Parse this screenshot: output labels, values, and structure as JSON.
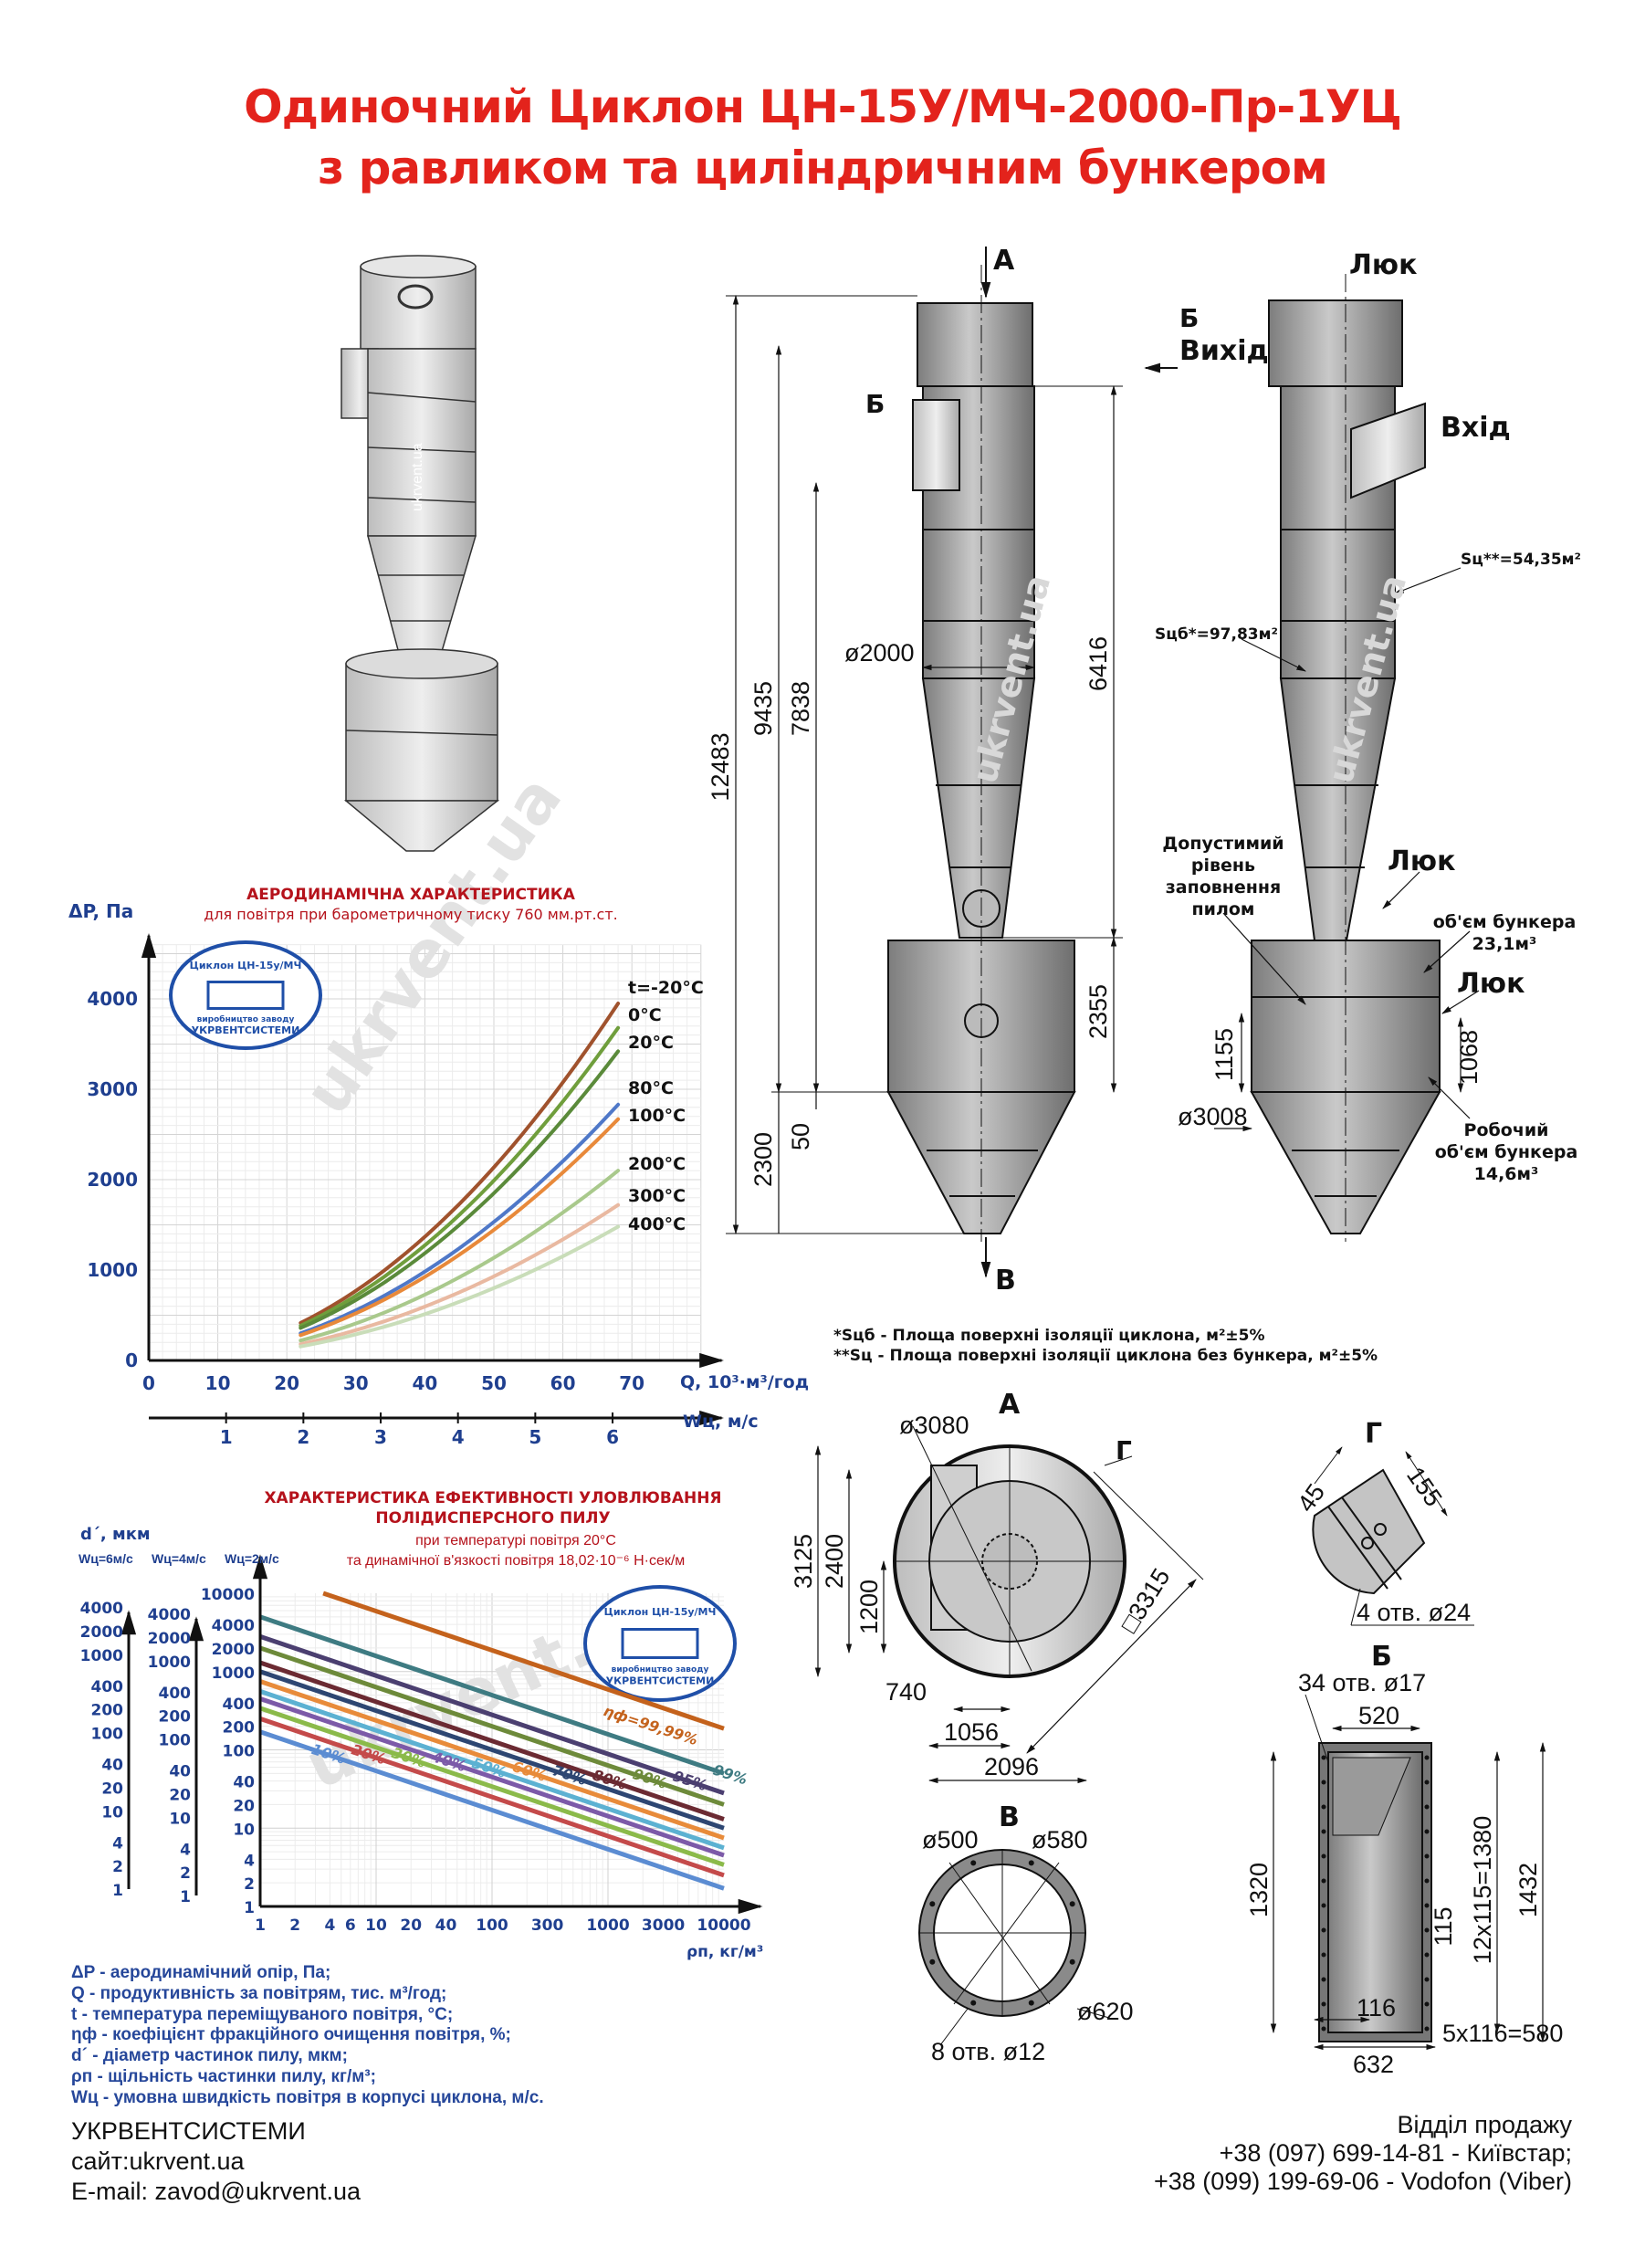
{
  "header": {
    "title_line1": "Одиночний Циклон  ЦН-15У/МЧ-2000-Пр-1УЦ",
    "title_line2": "з равликом та циліндричним бункером"
  },
  "front_view": {
    "label_top": "А",
    "label_bottom": "В",
    "label_inlet": "Б",
    "dims": {
      "total": "12483",
      "d1": "9435",
      "d2": "7838",
      "d3": "6416",
      "d4": "2355",
      "d5": "2300",
      "d6": "50",
      "diameter": "ø2000"
    },
    "watermark": "ukrvent.ua"
  },
  "side_view": {
    "hatch_top": "Люк",
    "outlet_letter": "Б",
    "outlet": "Вихід",
    "inlet": "Вхід",
    "s_c": "Sц**=54,35м²",
    "s_cb": "Sцб*=97,83м²",
    "fill_level": [
      "Допустимий",
      "рівень",
      "заповнення",
      "пилом"
    ],
    "hatch_mid": "Люк",
    "bunker_volume": [
      "об'єм бункера",
      "23,1м³"
    ],
    "hatch_low": "Люк",
    "dim_1155": "1155",
    "dim_1068": "1068",
    "dim_3008": "ø3008",
    "working_volume": [
      "Робочий",
      "об'єм бункера",
      "14,6м³"
    ],
    "watermark": "ukrvent.ua"
  },
  "notes": {
    "line1": "*Sцб - Площа поверхні ізоляції  циклона, м²±5%",
    "line2": "**Sц - Площа поверхні ізоляції  циклона без бункера, м²±5%"
  },
  "view_a": {
    "label": "А",
    "d3080": "ø3080",
    "g": "Г",
    "d3125": "3125",
    "d2400": "2400",
    "d1200": "1200",
    "d740": "740",
    "d1056": "1056",
    "d2096": "2096",
    "sq3315": "□3315"
  },
  "view_g": {
    "label": "Г",
    "d45": "45",
    "d155": "155",
    "holes": "4 отв. ø24"
  },
  "view_b": {
    "label": "Б",
    "holes": "34 отв. ø17",
    "d520": "520",
    "d1320": "1320",
    "d1380": "12x115=1380",
    "d1432": "1432",
    "d115": "115",
    "d116": "116",
    "d580": "5x116=580",
    "d632": "632"
  },
  "view_v": {
    "label": "В",
    "d500": "ø500",
    "d580": "ø580",
    "d620": "ø620",
    "holes": "8 отв. ø12"
  },
  "logo": {
    "top": "Циклон ЦН-15у/МЧ",
    "bottom": "виробництво заводу",
    "brand": "УКРВЕНТСИСТЕМИ"
  },
  "chart_data": [
    {
      "type": "line",
      "title": "АЕРОДИНАМІЧНА ХАРАКТЕРИСТИКА",
      "subtitle": "для повітря при барометричному тиску 760 мм.рт.ст.",
      "ylabel": "ΔP, Па",
      "xlabel": "Q, 10³·м³/год",
      "x2label": "Wц, м/с",
      "xlim": [
        0,
        80
      ],
      "ylim": [
        0,
        4600
      ],
      "xticks": [
        0,
        10,
        20,
        30,
        40,
        50,
        60,
        70
      ],
      "yticks": [
        0,
        1000,
        2000,
        3000,
        4000
      ],
      "x2ticks": [
        1,
        2,
        3,
        4,
        5,
        6
      ],
      "grid": true,
      "watermark": "ukrvent.ua",
      "series": [
        {
          "name": "t=-20°C",
          "color": "#a0522d",
          "x": [
            22,
            68
          ],
          "y": [
            415,
            3950
          ]
        },
        {
          "name": "0°C",
          "color": "#6f9e3c",
          "x": [
            22,
            68
          ],
          "y": [
            385,
            3680
          ]
        },
        {
          "name": "20°C",
          "color": "#5a8a3a",
          "x": [
            22,
            68
          ],
          "y": [
            360,
            3420
          ]
        },
        {
          "name": "80°C",
          "color": "#4f78c8",
          "x": [
            22,
            68
          ],
          "y": [
            300,
            2830
          ]
        },
        {
          "name": "100°C",
          "color": "#e8893a",
          "x": [
            22,
            68
          ],
          "y": [
            280,
            2670
          ]
        },
        {
          "name": "200°C",
          "color": "#a9c98c",
          "x": [
            22,
            68
          ],
          "y": [
            220,
            2100
          ]
        },
        {
          "name": "300°C",
          "color": "#e9b9a1",
          "x": [
            22,
            68
          ],
          "y": [
            180,
            1720
          ]
        },
        {
          "name": "400°C",
          "color": "#c9ddb9",
          "x": [
            22,
            68
          ],
          "y": [
            155,
            1480
          ]
        }
      ]
    },
    {
      "type": "line",
      "title": [
        "ХАРАКТЕРИСТИКА ЕФЕКТИВНОСТІ УЛОВЛЮВАННЯ",
        "ПОЛІДИСПЕРСНОГО ПИЛУ"
      ],
      "subtitle": [
        "при температурі повітря 20°C",
        "та динамічної в'язкості повітря  18,02·10⁻⁶ Н·сек/м"
      ],
      "ylabel": "d´, мкм",
      "axes_labels": [
        "Wц=6м/с",
        "Wц=4м/с",
        "Wц=2м/с"
      ],
      "xlabel": "ρп, кг/м³",
      "xscale": "log",
      "yscale": "log",
      "xlim": [
        1,
        10000
      ],
      "ylim": [
        1,
        10000
      ],
      "xticks": [
        1,
        2,
        4,
        6,
        10,
        20,
        40,
        100,
        300,
        1000,
        3000,
        10000
      ],
      "yticks_w2": [
        1,
        2,
        4,
        10,
        20,
        40,
        100,
        200,
        400,
        1000,
        2000,
        4000,
        10000
      ],
      "yticks_w4": [
        1,
        2,
        4,
        10,
        20,
        40,
        100,
        200,
        400,
        1000,
        2000,
        4000
      ],
      "yticks_w6": [
        1,
        2,
        4,
        10,
        20,
        40,
        100,
        200,
        400,
        1000,
        2000,
        4000
      ],
      "watermark": "ukrvent.ua",
      "series": [
        {
          "name": "ηф=99,99%",
          "color": "#c4621c",
          "x": [
            3.5,
            10000
          ],
          "y": [
            10000,
            187
          ],
          "label_at": 3500
        },
        {
          "name": "99%",
          "color": "#3e7b82",
          "x": [
            1,
            10000
          ],
          "y": [
            5000,
            50
          ],
          "label_at": 3500
        },
        {
          "name": "95%",
          "color": "#4b3f70",
          "x": [
            1,
            10000
          ],
          "y": [
            2800,
            28
          ],
          "label_at": 2300
        },
        {
          "name": "90%",
          "color": "#6d8a3a",
          "x": [
            1,
            10000
          ],
          "y": [
            2000,
            20
          ],
          "label_at": 1170
        },
        {
          "name": "80%",
          "color": "#6b2a32",
          "x": [
            1,
            10000
          ],
          "y": [
            1300,
            13
          ],
          "label_at": 800
        },
        {
          "name": "70%",
          "color": "#2d4672",
          "x": [
            1,
            10000
          ],
          "y": [
            1000,
            10
          ],
          "label_at": 460
        },
        {
          "name": "60%",
          "color": "#e88b3a",
          "x": [
            1,
            10000
          ],
          "y": [
            750,
            7.5
          ],
          "label_at": 240
        },
        {
          "name": "50%",
          "color": "#5cb1d2",
          "x": [
            1,
            10000
          ],
          "y": [
            560,
            5.6
          ],
          "label_at": 117
        },
        {
          "name": "40%",
          "color": "#7c5aa8",
          "x": [
            1,
            10000
          ],
          "y": [
            450,
            4.5
          ],
          "label_at": 54
        },
        {
          "name": "30%",
          "color": "#8bba4a",
          "x": [
            1,
            10000
          ],
          "y": [
            340,
            3.4
          ],
          "label_at": 23
        },
        {
          "name": "20%",
          "color": "#c44a4a",
          "x": [
            1,
            10000
          ],
          "y": [
            250,
            2.5
          ],
          "label_at": 11
        },
        {
          "name": "10%",
          "color": "#5b8cd2",
          "x": [
            1,
            10000
          ],
          "y": [
            170,
            1.7
          ],
          "label_at": 2.6
        }
      ]
    }
  ],
  "legend": [
    "ΔP - аеродинамічний опір, Па;",
    "Q - продуктивність за повітрям, тис. м³/год;",
    "t - температура переміщуваного повітря, °С;",
    "ηф - коефіцієнт фракційного очищення повітря, %;",
    "d´ - діаметр частинок пилу, мкм;",
    "ρп - щільність частинки пилу, кг/м³;",
    "Wц - умовна швидкість повітря в корпусі циклона, м/с."
  ],
  "footer": {
    "company": "УКРВЕНТСИСТЕМИ",
    "site": "сайт:ukrvent.ua",
    "email": "E-mail: zavod@ukrvent.ua",
    "sales": "Відділ продажу",
    "phone1": "+38 (097) 699-14-81 - Київстар;",
    "phone2": "+38 (099) 199-69-06 - Vodofon (Viber)"
  },
  "colors": {
    "title": "#e3231c",
    "chart_text": "#1f3f8f",
    "chart_title": "#b5121b",
    "metal": "#9a9a9a"
  }
}
